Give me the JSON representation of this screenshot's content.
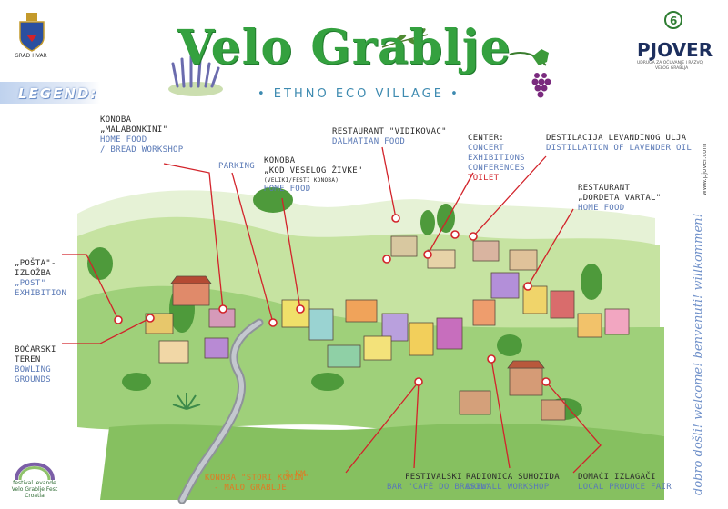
{
  "header": {
    "title": "Velo Grablje",
    "subtitle": "• ETHNO ECO VILLAGE •",
    "legend": "LEGEND:",
    "crest_label": "GRAD HVAR",
    "partner_name": "PJOVER",
    "partner_sub_1": "UDRUGA ZA OČUVANJE I RAZVOJ",
    "partner_sub_2": "VELOG GRABLJA",
    "website": "www.pjover.com",
    "greetings": "dobro došli!  welcome!  benvenuti!  willkommen!"
  },
  "labels": {
    "malabonkini": [
      "KONOBA",
      "„MALABONKINI\"",
      "HOME FOOD",
      "/ BREAD WORKSHOP"
    ],
    "parking": [
      "PARKING"
    ],
    "veselos": [
      "KONOBA",
      "„KOD VESELOG ŽIVKE\"",
      "(VELIKI/FESTI KONOBA)",
      "HOME FOOD"
    ],
    "vidikovac": [
      "RESTAURANT \"VIDIKOVAC\"",
      "DALMATIAN FOOD"
    ],
    "center": [
      "CENTER:",
      "CONCERT",
      "EXHIBITIONS",
      "CONFERENCES",
      "TOILET"
    ],
    "destilacija": [
      "DESTILACIJA LEVANDINOG ULJA",
      "DISTILLATION OF LAVENDER OIL"
    ],
    "dordeta": [
      "RESTAURANT",
      "„DORDETA VARTAL\"",
      "HOME FOOD"
    ],
    "posta": [
      "„POŠTA\"-",
      "IZLOŽBA",
      "„POST\"",
      "EXHIBITION"
    ],
    "bocarski": [
      "BOĆARSKI",
      "TEREN",
      "BOWLING",
      "GROUNDS"
    ],
    "stori_komin": [
      "KONOBA \"STORI KOMIN\"",
      "- MALO GRABLJE"
    ],
    "distance": "3 KM",
    "festivalski": [
      "FESTIVALSKI",
      "BAR \"CAFÉ DO BRASIL\""
    ],
    "radionica": [
      "RADIONICA SUHOZIDA",
      "DRYWALL WORKSHOP"
    ],
    "domaci": [
      "DOMAĆI IZLAGAČI",
      "LOCAL PRODUCE FAIR"
    ]
  },
  "festival_logo": [
    "festival levande",
    "Velo Grablje Fest",
    "Croatia"
  ],
  "colors": {
    "title_green": "#34a13f",
    "subtitle_blue": "#3d8ab0",
    "label_dark": "#2b2b2b",
    "label_blue": "#5a79b6",
    "label_red": "#d2232a",
    "label_orange": "#e07a23",
    "leader_red": "#d2232a"
  }
}
